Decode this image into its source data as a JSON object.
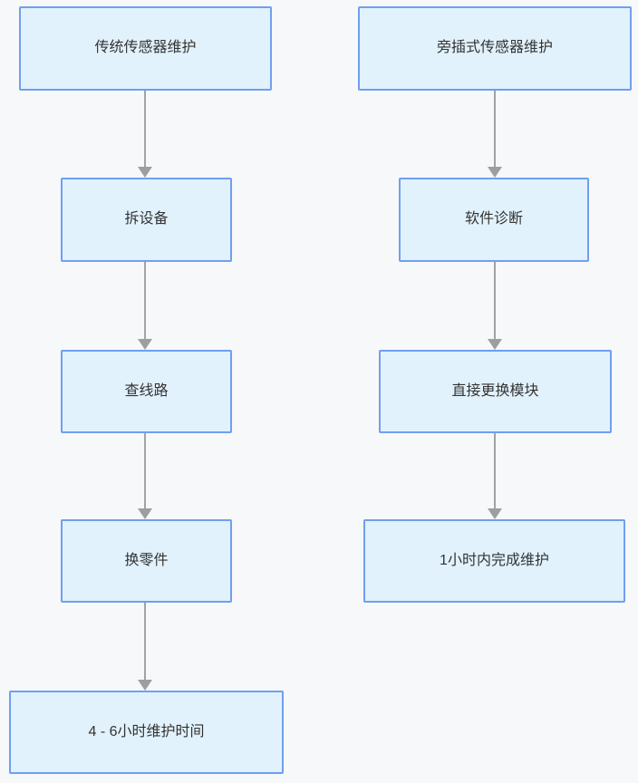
{
  "colors": {
    "background": "#f7f8fa",
    "node_fill": "#e2f2fc",
    "node_border": "#6f9ff0",
    "text": "#333333",
    "arrow": "#a3a3a3",
    "arrowhead": "#9e9e9e"
  },
  "diagram": {
    "left_flow": {
      "nodes": [
        {
          "label": "传统传感器维护"
        },
        {
          "label": "拆设备"
        },
        {
          "label": "查线路"
        },
        {
          "label": "换零件"
        },
        {
          "label": "4 - 6小时维护时间"
        }
      ]
    },
    "right_flow": {
      "nodes": [
        {
          "label": "旁插式传感器维护"
        },
        {
          "label": "软件诊断"
        },
        {
          "label": "直接更换模块"
        },
        {
          "label": "1小时内完成维护"
        }
      ]
    }
  }
}
